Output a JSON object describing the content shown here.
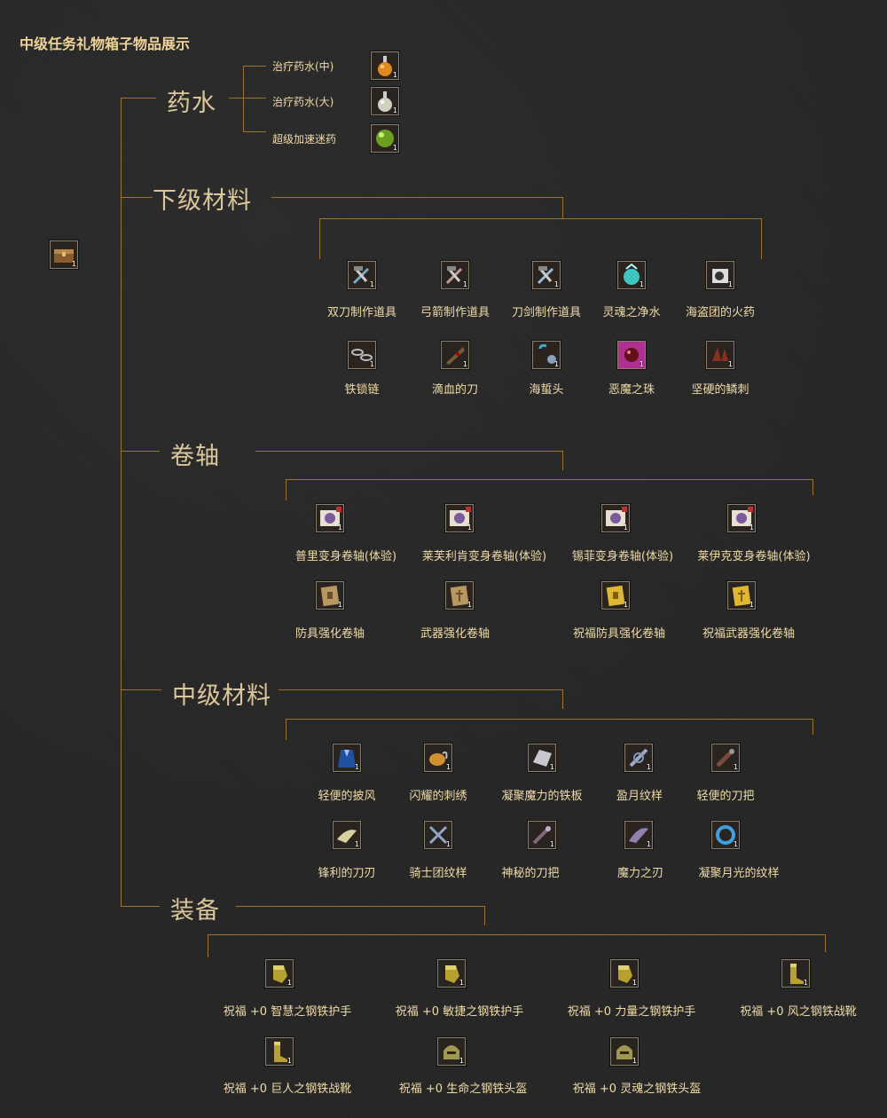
{
  "title": "中级任务礼物箱子物品展示",
  "root_icon": "treasure-box-icon",
  "qty": "1",
  "categories": {
    "potion": "药水",
    "low_material": "下级材料",
    "scroll": "卷轴",
    "mid_material": "中级材料",
    "equipment": "装备"
  },
  "potions": [
    {
      "label": "治疗药水(中)",
      "icon": "orange-potion-icon"
    },
    {
      "label": "治疗药水(大)",
      "icon": "white-potion-icon"
    },
    {
      "label": "超级加速迷药",
      "icon": "green-orb-icon"
    }
  ],
  "low_materials": [
    {
      "label": "双刀制作道具",
      "icon": "dual-blade-tool-icon"
    },
    {
      "label": "弓箭制作道具",
      "icon": "bow-tool-icon"
    },
    {
      "label": "刀剑制作道具",
      "icon": "sword-tool-icon"
    },
    {
      "label": "灵魂之净水",
      "icon": "soul-water-icon"
    },
    {
      "label": "海盗团的火药",
      "icon": "gunpowder-icon"
    },
    {
      "label": "铁锁链",
      "icon": "iron-chain-icon"
    },
    {
      "label": "滴血的刀",
      "icon": "bloody-blade-icon"
    },
    {
      "label": "海蜇头",
      "icon": "jellyfish-icon"
    },
    {
      "label": "恶魔之珠",
      "icon": "demon-bead-icon"
    },
    {
      "label": "坚硬的鳞刺",
      "icon": "scale-thorn-icon"
    }
  ],
  "scrolls": [
    {
      "label": "普里变身卷轴(体验)",
      "icon": "transform-scroll-icon"
    },
    {
      "label": "莱芙利肯变身卷轴(体验)",
      "icon": "transform-scroll-icon"
    },
    {
      "label": "锡菲变身卷轴(体验)",
      "icon": "transform-scroll-icon"
    },
    {
      "label": "莱伊克变身卷轴(体验)",
      "icon": "transform-scroll-icon"
    },
    {
      "label": "防具强化卷轴",
      "icon": "armor-scroll-icon"
    },
    {
      "label": "武器强化卷轴",
      "icon": "weapon-scroll-icon"
    },
    {
      "label": "祝福防具强化卷轴",
      "icon": "blessed-armor-scroll-icon"
    },
    {
      "label": "祝福武器强化卷轴",
      "icon": "blessed-weapon-scroll-icon"
    }
  ],
  "mid_materials": [
    {
      "label": "轻便的披风",
      "icon": "cloak-icon"
    },
    {
      "label": "闪耀的刺绣",
      "icon": "embroidery-icon"
    },
    {
      "label": "凝聚魔力的铁板",
      "icon": "iron-plate-icon"
    },
    {
      "label": "盈月纹样",
      "icon": "moon-pattern-icon"
    },
    {
      "label": "轻便的刀把",
      "icon": "blade-hilt-icon"
    },
    {
      "label": "锋利的刀刃",
      "icon": "sharp-blade-icon"
    },
    {
      "label": "骑士团纹样",
      "icon": "knight-pattern-icon"
    },
    {
      "label": "神秘的刀把",
      "icon": "mystic-hilt-icon"
    },
    {
      "label": "魔力之刃",
      "icon": "magic-blade-icon"
    },
    {
      "label": "凝聚月光的纹样",
      "icon": "moonlight-pattern-icon"
    }
  ],
  "equipment": [
    {
      "label": "祝福 +0 智慧之钢铁护手",
      "icon": "gauntlet-icon"
    },
    {
      "label": "祝福 +0 敏捷之钢铁护手",
      "icon": "gauntlet-icon"
    },
    {
      "label": "祝福 +0 力量之钢铁护手",
      "icon": "gauntlet-icon"
    },
    {
      "label": "祝福 +0 风之钢铁战靴",
      "icon": "boots-icon"
    },
    {
      "label": "祝福 +0 巨人之钢铁战靴",
      "icon": "boots-icon"
    },
    {
      "label": "祝福 +0 生命之钢铁头盔",
      "icon": "helmet-icon"
    },
    {
      "label": "祝福 +0 灵魂之钢铁头盔",
      "icon": "helmet-icon"
    }
  ],
  "colors": {
    "background": "#262626",
    "line": "#9a7430",
    "label": "#f0dca8",
    "title": "#f0d49a"
  }
}
